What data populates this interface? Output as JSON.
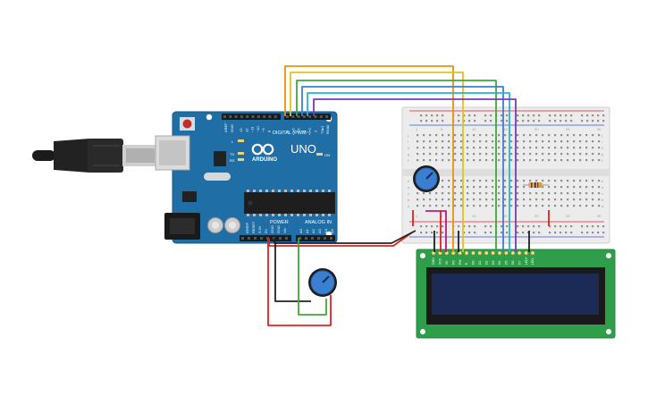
{
  "arduino": {
    "model": "UNO",
    "brand": "ARDUINO",
    "digital_header": "DIGITAL (PWM~)",
    "power_header": "POWER",
    "analog_header": "ANALOG IN",
    "on_label": "ON",
    "led_l": "L",
    "led_tx": "TX",
    "led_rx": "RX",
    "tx_pin": "TX▸1",
    "rx_pin": "RX◂0",
    "aref": "AREF",
    "gnd": "GND",
    "digital_pins": [
      "13",
      "12",
      "~11",
      "~10",
      "~9",
      "8",
      "7",
      "~6",
      "~5",
      "4",
      "~3",
      "2"
    ],
    "power_pins": [
      "IOREF",
      "RESET",
      "3.3V",
      "5V",
      "GND",
      "GND",
      "Vin"
    ],
    "analog_pins": [
      "A0",
      "A1",
      "A2",
      "A3",
      "A4",
      "A5"
    ]
  },
  "breadboard": {
    "row_letters_top": [
      "j",
      "i",
      "h",
      "g",
      "f"
    ],
    "row_letters_bottom": [
      "e",
      "d",
      "c",
      "b",
      "a"
    ],
    "column_numbers": [
      "1",
      "5",
      "10",
      "15",
      "20",
      "25",
      "30"
    ]
  },
  "lcd": {
    "pin_labels": [
      "GND",
      "VCC",
      "V0",
      "RS",
      "RW",
      "E",
      "D0",
      "D1",
      "D2",
      "D3",
      "D4",
      "D5",
      "D6",
      "D7",
      "LED+",
      "LED-"
    ]
  },
  "colors": {
    "arduino_board": "#1f6fa6",
    "lcd_pcb": "#2e9e4a",
    "lcd_screen": "#1c2b55",
    "wire_orange": "#e8920f",
    "wire_yellow": "#e6c21a",
    "wire_green": "#3fa83a",
    "wire_blue": "#3a7fd1",
    "wire_cyan": "#2ab0d8",
    "wire_purple": "#7a3bb3",
    "wire_red": "#e02020",
    "wire_black": "#222222",
    "wire_magenta": "#c2187a"
  }
}
